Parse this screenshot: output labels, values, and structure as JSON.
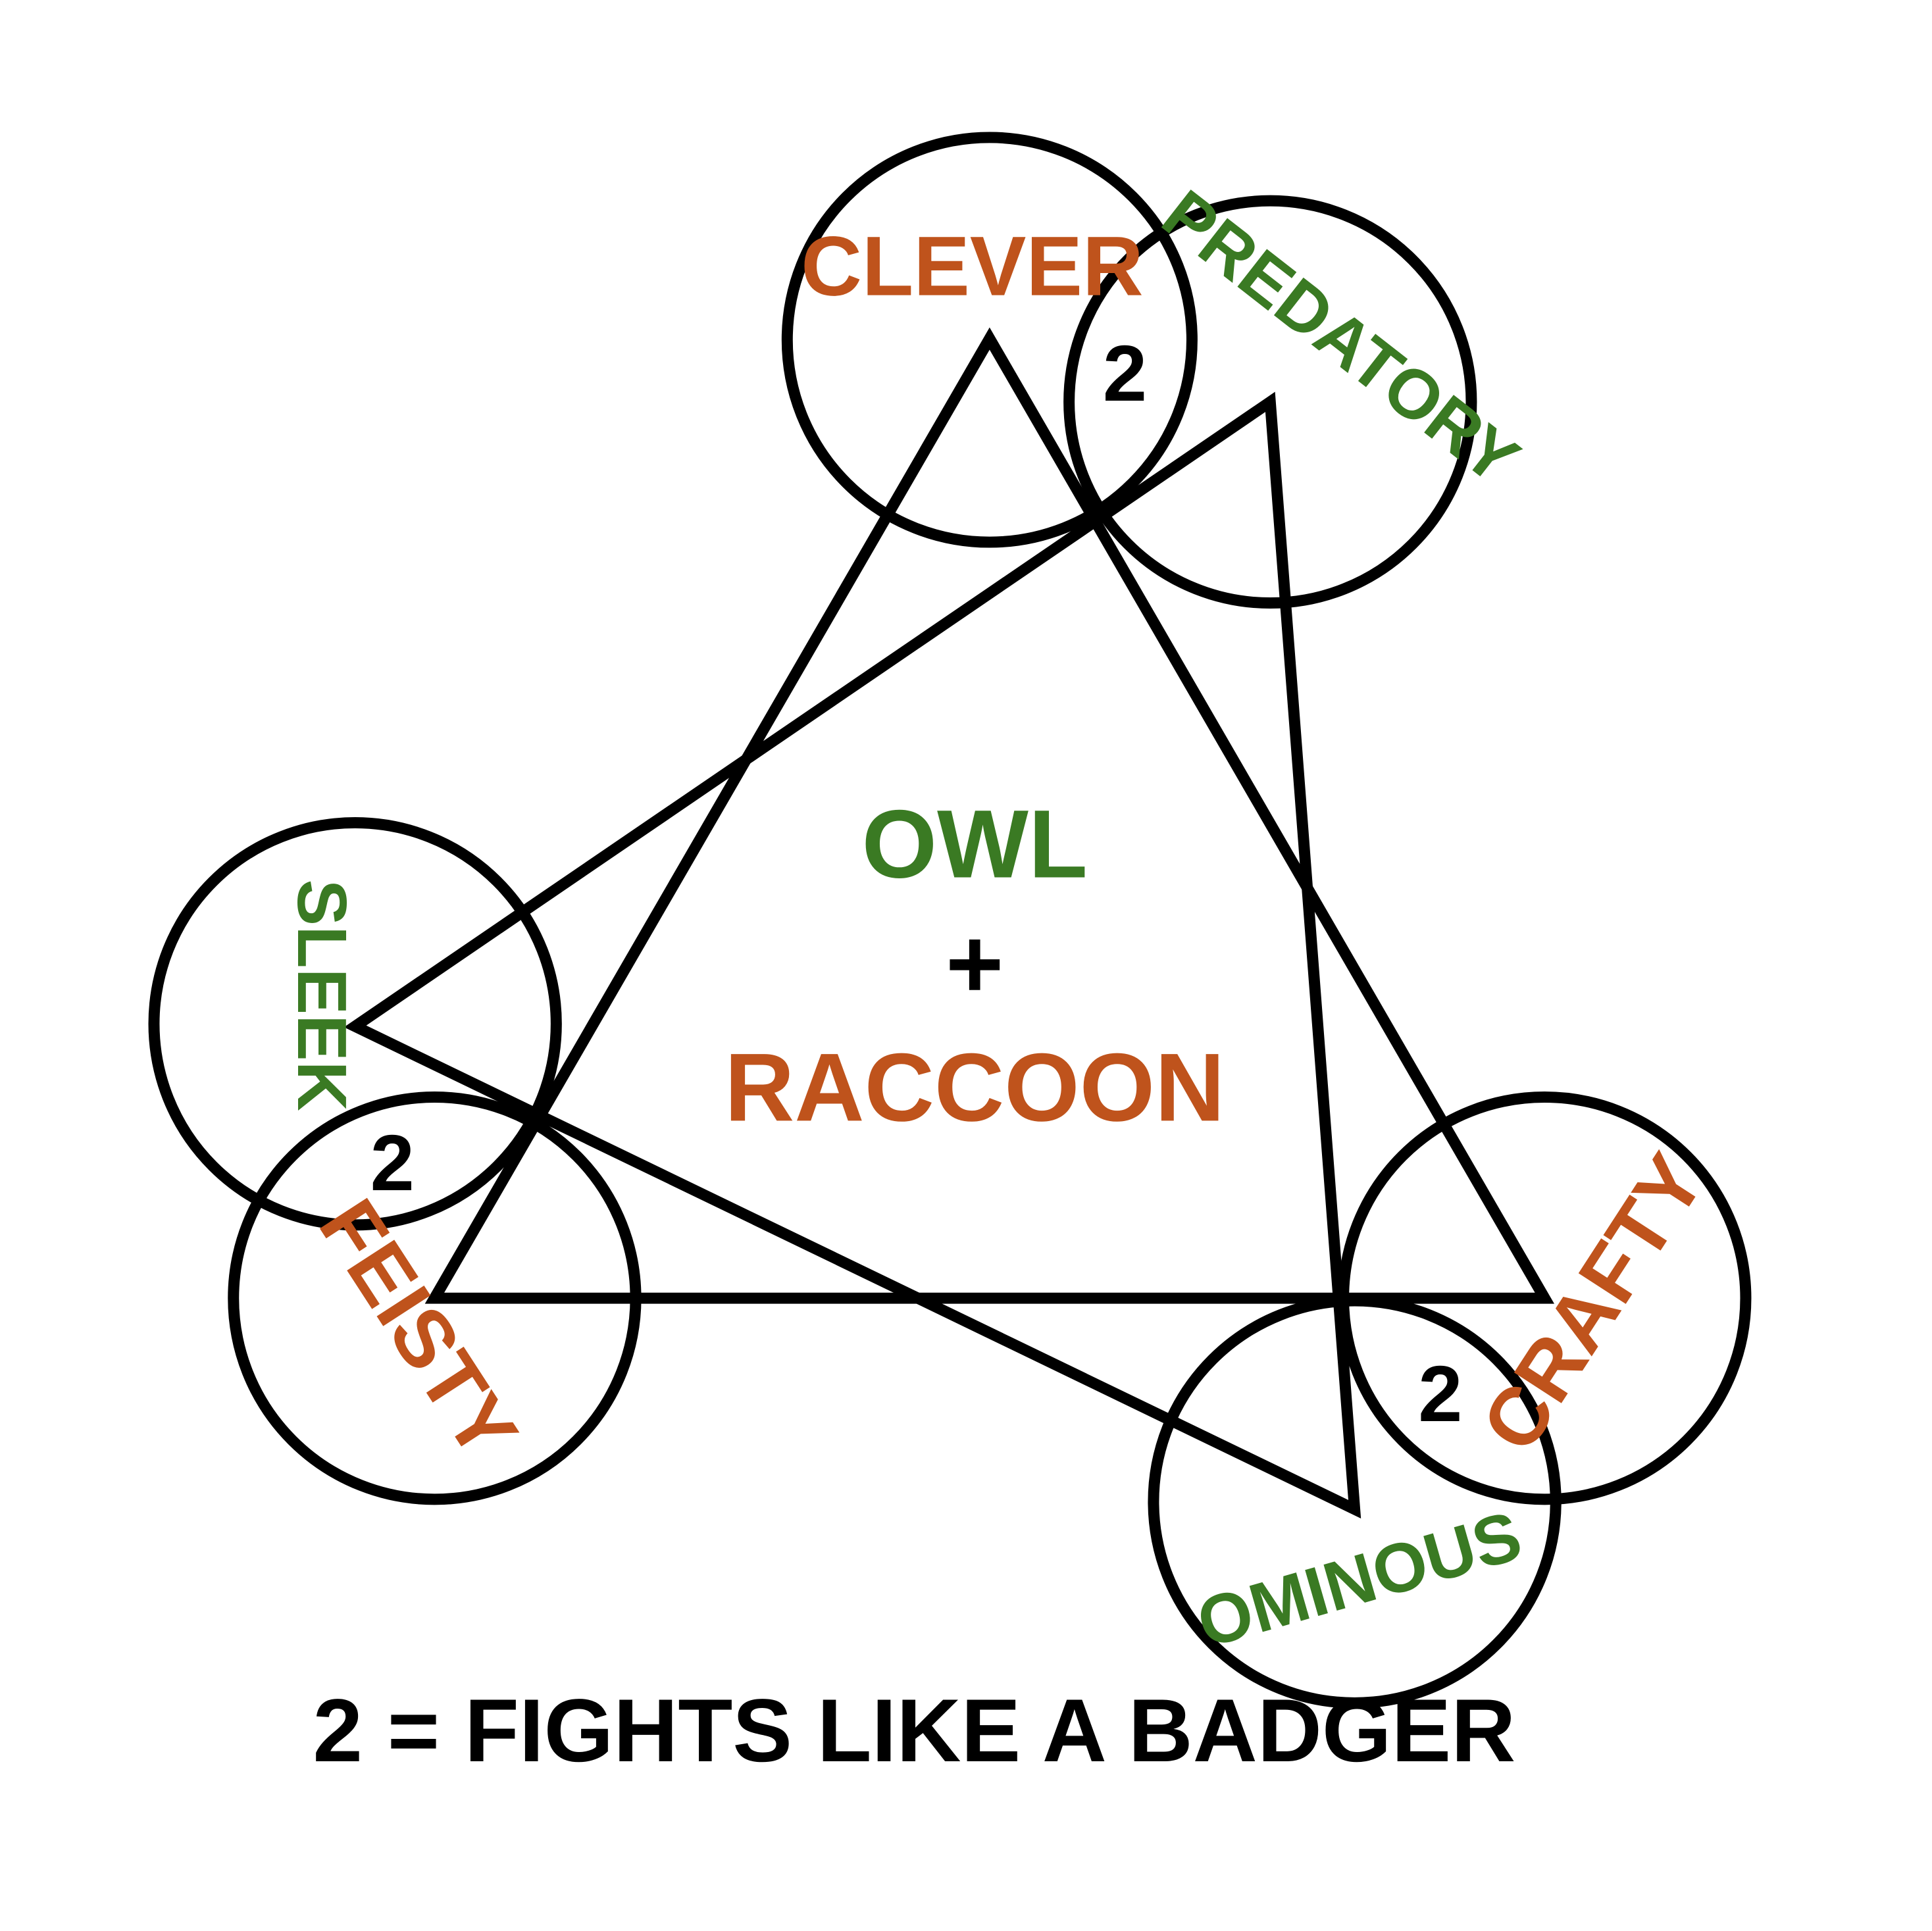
{
  "colors": {
    "orange": "#bf531c",
    "green": "#3a7a23",
    "line": "#000000",
    "background": "#ffffff"
  },
  "center": {
    "owl": "OWL",
    "plus": "+",
    "raccoon": "RACCOON"
  },
  "traits": {
    "clever": "CLEVER",
    "predatory": "PREDATORY",
    "sleek": "SLEEK",
    "feisty": "FEISTY",
    "crafty": "CRAFTY",
    "ominous": "OMINOUS"
  },
  "overlap_marker": "2",
  "legend": "2 = FIGHTS LIKE A BADGER"
}
